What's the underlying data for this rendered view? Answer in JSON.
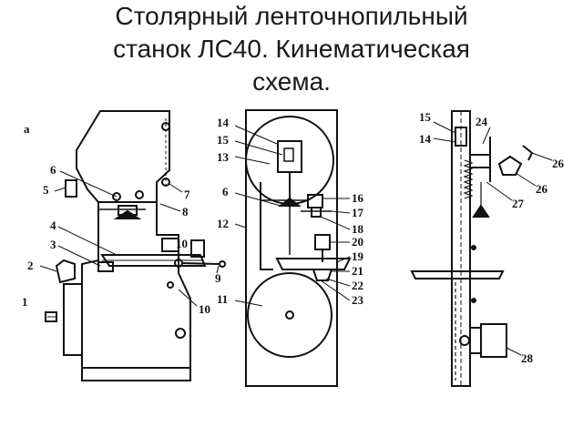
{
  "slide": {
    "title_lines": [
      "Столярный ленточнопильный",
      "станок ЛС40. Кинематическая",
      "схема."
    ]
  },
  "diagram": {
    "panel_label": "а",
    "left_view_labels": {
      "l1": "1",
      "l2": "2",
      "l3": "3",
      "l4": "4",
      "l5": "5",
      "l6": "6",
      "l7": "7",
      "l8": "8",
      "l9": "9",
      "l10a": "10",
      "l10b": "10"
    },
    "middle_view_labels": {
      "l6": "6",
      "l11": "11",
      "l12": "12",
      "l13": "13",
      "l14": "14",
      "l15": "15",
      "l16": "16",
      "l17": "17",
      "l18": "18",
      "l19": "19",
      "l20": "20",
      "l21": "21",
      "l22": "22",
      "l23": "23"
    },
    "right_view_labels": {
      "l14": "14",
      "l15": "15",
      "l24": "24",
      "l26a": "26",
      "l26b": "26",
      "l27": "27",
      "l28": "28"
    }
  }
}
